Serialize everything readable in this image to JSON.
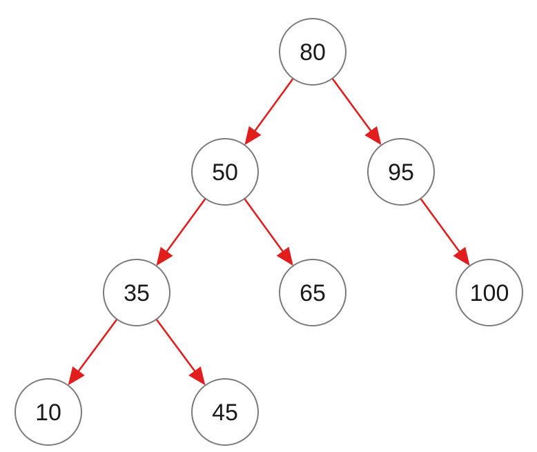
{
  "tree": {
    "edge_color": "#e01e1e",
    "node_stroke_color": "#7a7a7a",
    "nodes": [
      {
        "id": "n80",
        "label": "80"
      },
      {
        "id": "n50",
        "label": "50"
      },
      {
        "id": "n95",
        "label": "95"
      },
      {
        "id": "n35",
        "label": "35"
      },
      {
        "id": "n65",
        "label": "65"
      },
      {
        "id": "n100",
        "label": "100"
      },
      {
        "id": "n10",
        "label": "10"
      },
      {
        "id": "n45",
        "label": "45"
      }
    ],
    "edges": [
      {
        "from": "n80",
        "to": "n50"
      },
      {
        "from": "n80",
        "to": "n95"
      },
      {
        "from": "n50",
        "to": "n35"
      },
      {
        "from": "n50",
        "to": "n65"
      },
      {
        "from": "n95",
        "to": "n100"
      },
      {
        "from": "n35",
        "to": "n10"
      },
      {
        "from": "n35",
        "to": "n45"
      }
    ]
  }
}
